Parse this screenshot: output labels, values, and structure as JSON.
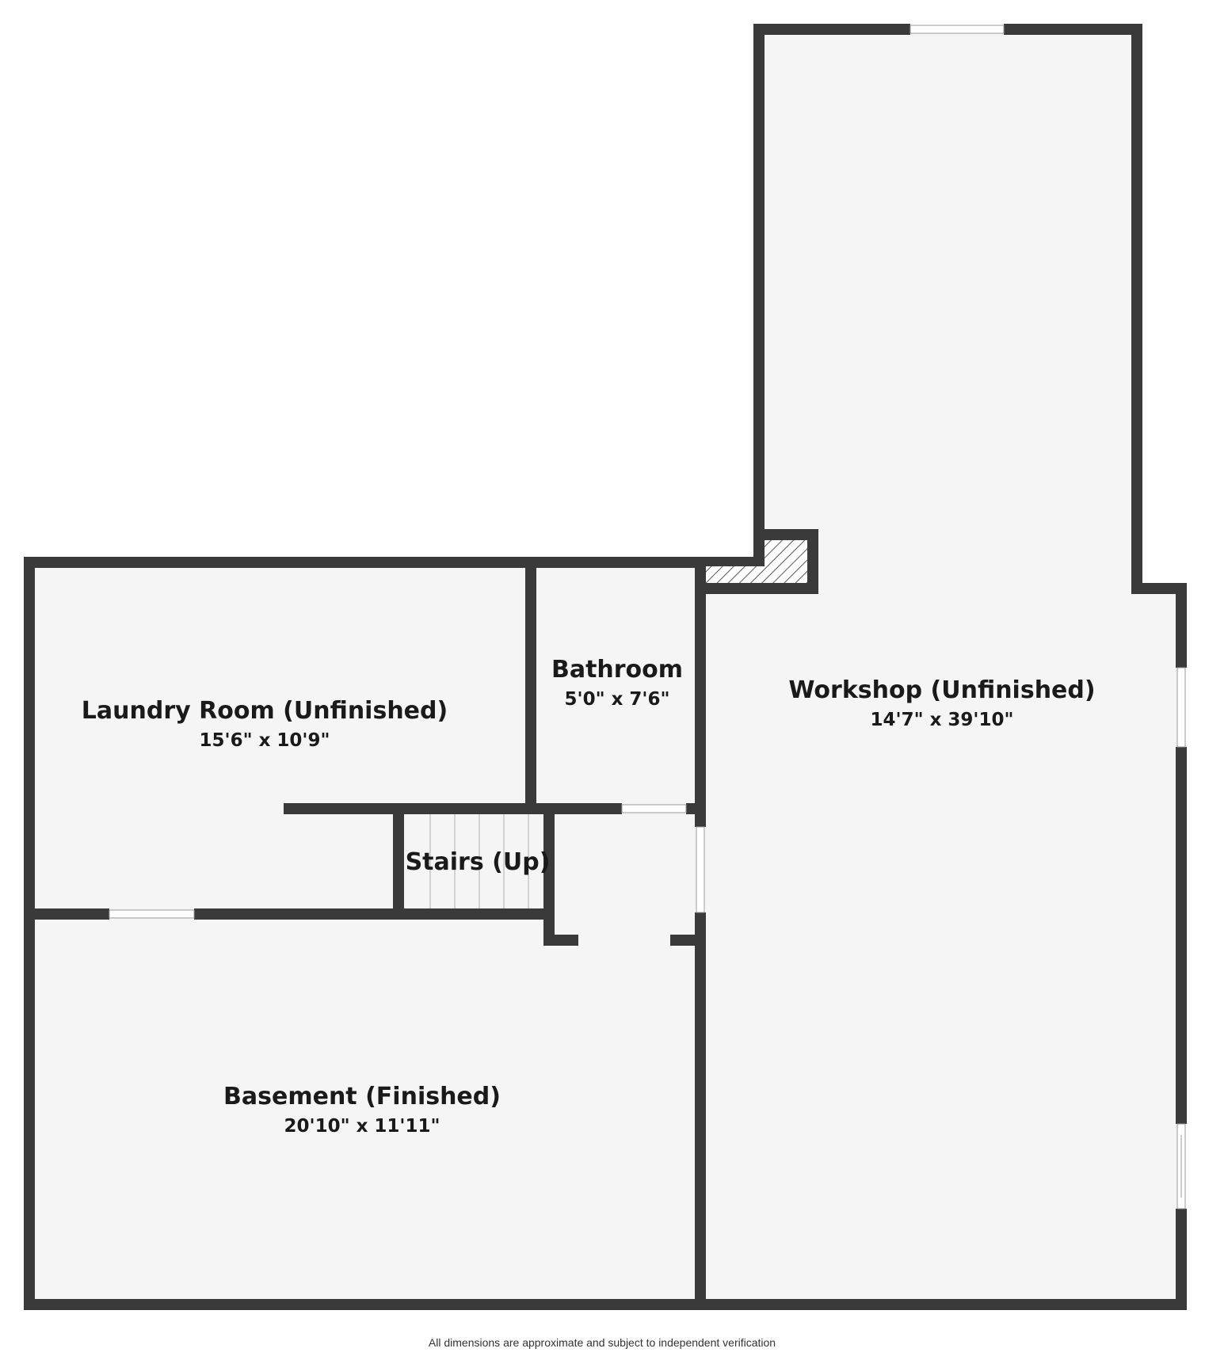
{
  "colors": {
    "wall": "#3a3a3a",
    "floor": "#f5f5f5",
    "background": "#ffffff",
    "text": "#1a1a1a"
  },
  "rooms": {
    "laundry": {
      "name": "Laundry Room (Unfinished)",
      "dimensions": "15'6\" x 10'9\""
    },
    "bathroom": {
      "name": "Bathroom",
      "dimensions": "5'0\" x 7'6\""
    },
    "workshop": {
      "name": "Workshop (Unfinished)",
      "dimensions": "14'7\" x 39'10\""
    },
    "stairs": {
      "name": "Stairs (Up)"
    },
    "basement": {
      "name": "Basement (Finished)",
      "dimensions": "20'10\" x 11'11\""
    }
  },
  "footer": "All dimensions are approximate and subject to independent verification"
}
